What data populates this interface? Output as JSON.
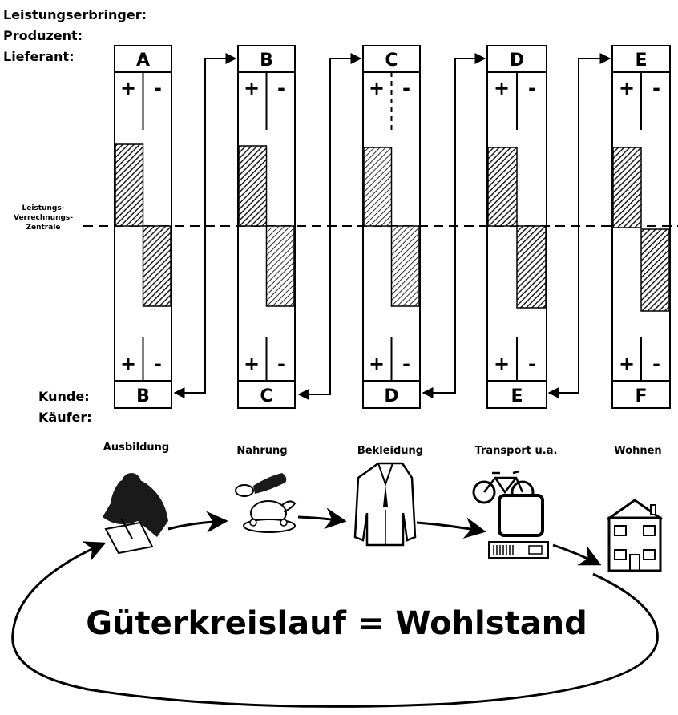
{
  "header": {
    "role_line_1": "Leistungserbringer:",
    "role_line_2": "Produzent:",
    "role_line_3": "Lieferant:"
  },
  "customer": {
    "label_line_1": "Kunde:",
    "label_line_2": "Käufer:"
  },
  "center_label": {
    "line_1": "Leistungs-",
    "line_2": "Verrechnungs-",
    "line_3": "Zentrale"
  },
  "columns": [
    {
      "producer": "A",
      "customer": "B",
      "plus": "+",
      "minus": "-"
    },
    {
      "producer": "B",
      "customer": "C",
      "plus": "+",
      "minus": "-"
    },
    {
      "producer": "C",
      "customer": "D",
      "plus": "+",
      "minus": "-"
    },
    {
      "producer": "D",
      "customer": "E",
      "plus": "+",
      "minus": "-"
    },
    {
      "producer": "E",
      "customer": "F",
      "plus": "+",
      "minus": "-"
    }
  ],
  "goods": [
    {
      "label": "Ausbildung",
      "icon": "student-writing-icon"
    },
    {
      "label": "Nahrung",
      "icon": "food-platter-icon"
    },
    {
      "label": "Bekleidung",
      "icon": "jacket-icon"
    },
    {
      "label": "Transport u.a.",
      "icon": "bicycle-and-appliances-icon"
    },
    {
      "label": "Wohnen",
      "icon": "house-icon"
    }
  ],
  "cycle_title": "Güterkreislauf = Wohlstand",
  "colors": {
    "ink": "#000000",
    "hatch": "#2a2a2a",
    "paper": "#ffffff"
  }
}
